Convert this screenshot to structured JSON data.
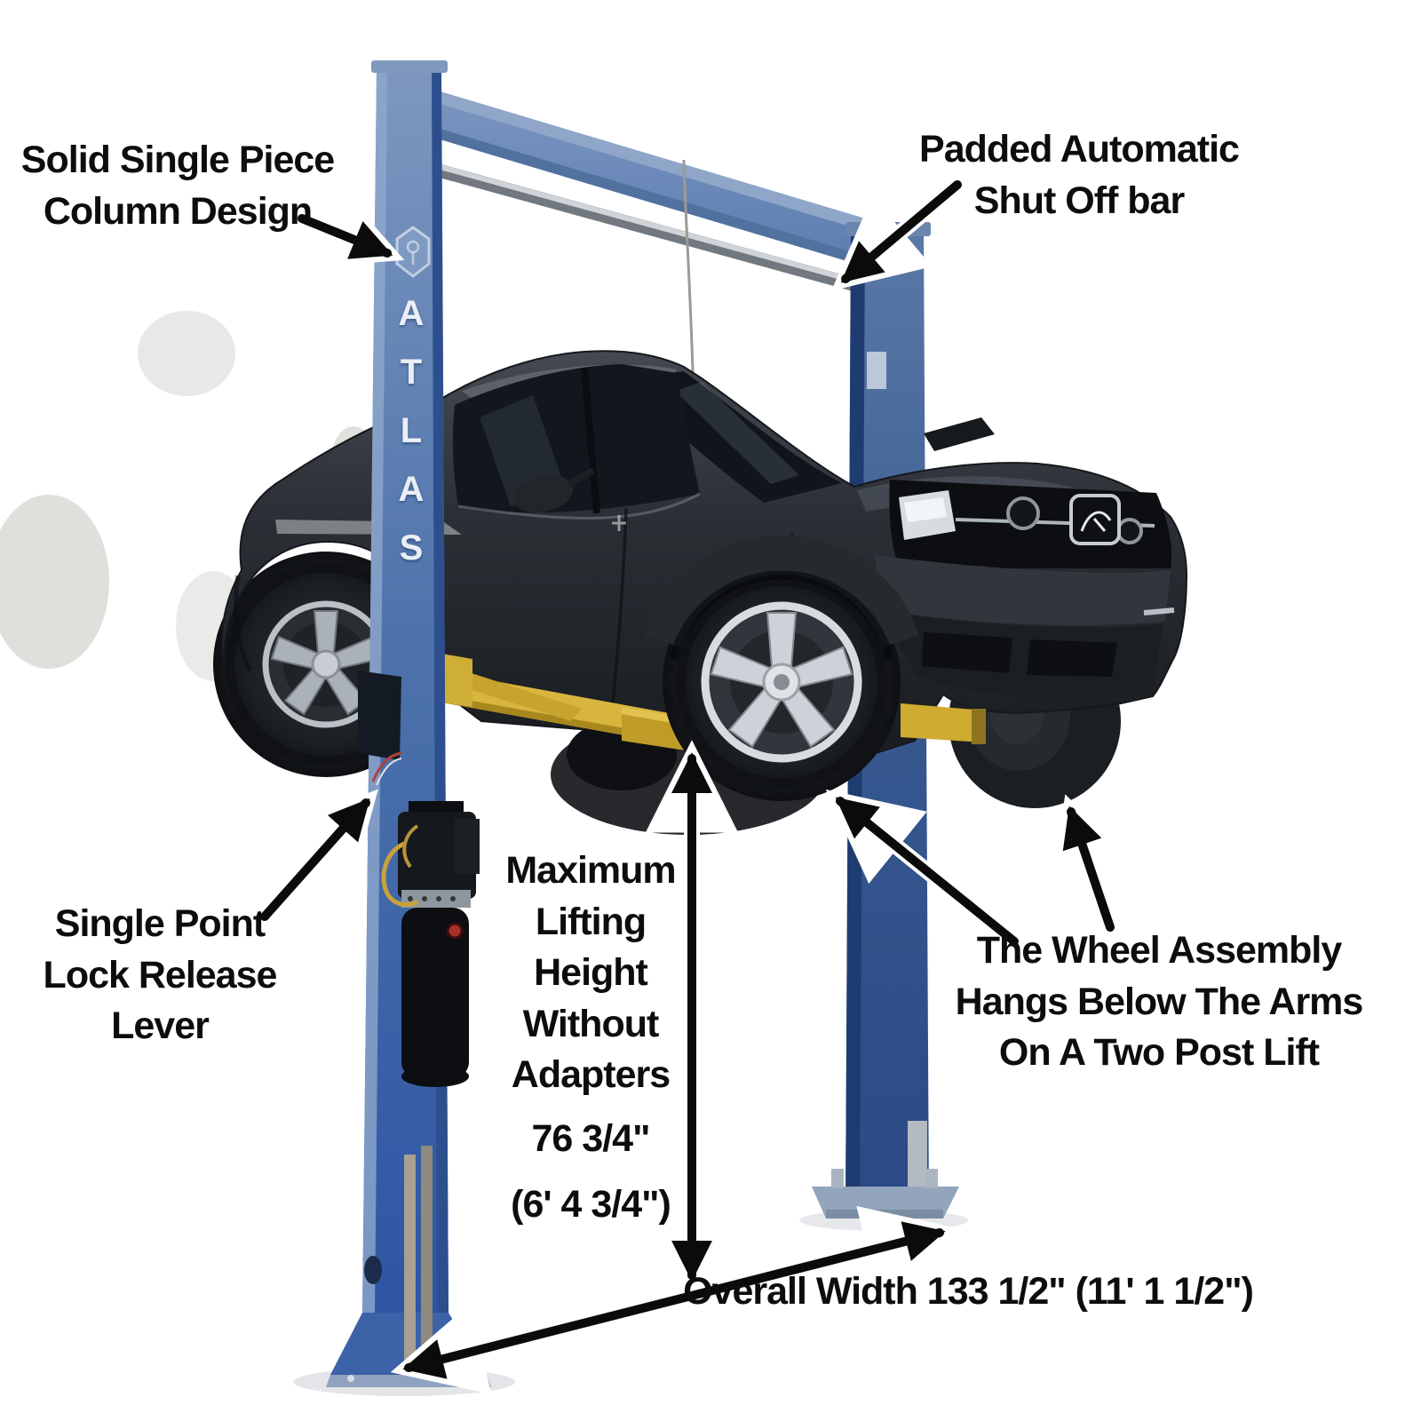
{
  "diagram": {
    "brand": "ATLAS",
    "brand_letters": [
      "A",
      "T",
      "L",
      "A",
      "S"
    ],
    "annotations": {
      "column_design": "Solid Single Piece\nColumn Design",
      "shutoff_bar": "Padded Automatic\nShut Off bar",
      "lock_release": "Single Point\nLock Release\nLever",
      "max_lift_label": "Maximum\nLifting\nHeight\nWithout\nAdapters",
      "max_lift_value": "76 3/4\"",
      "max_lift_value_alt": "(6' 4 3/4\")",
      "wheel_assembly": "The Wheel Assembly\nHangs Below The Arms\nOn A Two Post Lift",
      "overall_width": "Overall Width 133 1/2\" (11' 1 1/2\")"
    },
    "colors": {
      "lift_blue": "#3c62a8",
      "column_steel_blue": "#6e8cba",
      "arm_yellow": "#d8b63e",
      "car_body": "#2b2f35",
      "annotation_text": "#0d0d0d",
      "background": "#ffffff"
    }
  }
}
